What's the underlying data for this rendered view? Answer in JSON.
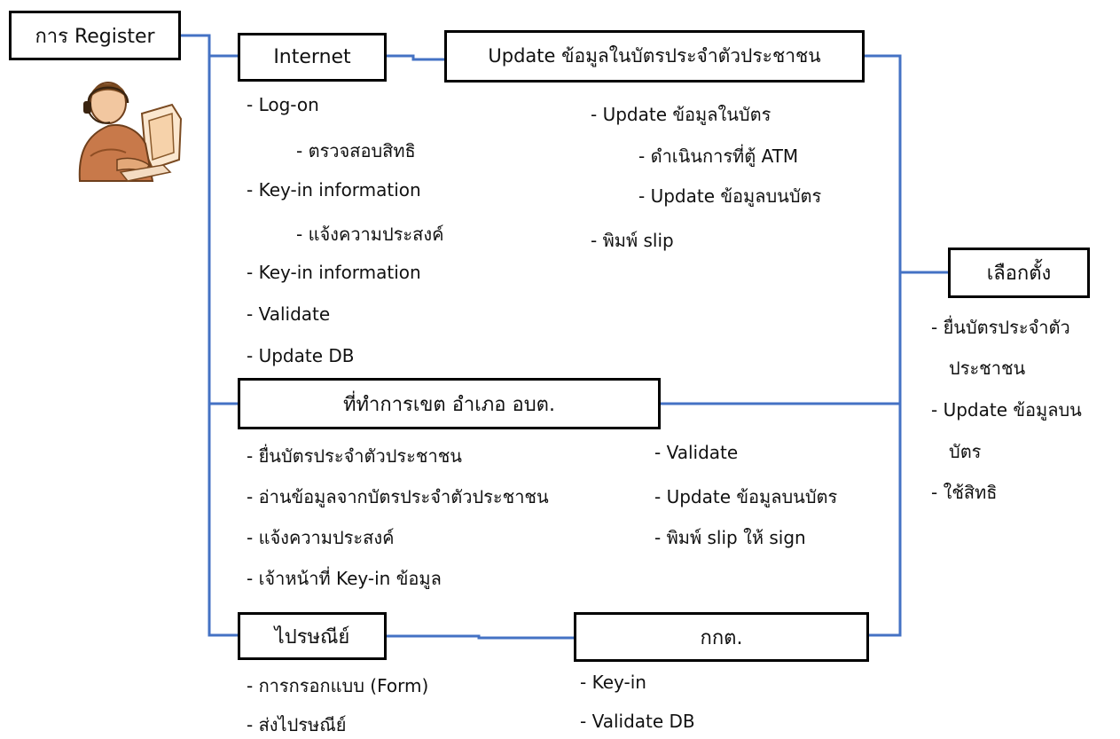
{
  "colors": {
    "connector": "#4472C4",
    "box_border": "#000000",
    "background": "#ffffff"
  },
  "boxes": {
    "register": "การ Register",
    "internet": "Internet",
    "update_card": "Update ข้อมูลในบัตรประจำตัวประชาชน",
    "office": "ที่ทำการเขต อำเภอ อบต.",
    "election": "เลือกตั้ง",
    "post": "ไปรษณีย์",
    "ect": "กกต."
  },
  "internet_items": [
    "- Log-on",
    "-  ตรวจสอบสิทธิ",
    "- Key-in information",
    "-  แจ้งความประสงค์",
    "- Key-in information",
    "- Validate",
    "- Update DB"
  ],
  "update_card_items": [
    "- Update ข้อมูลในบัตร",
    "-  ดำเนินการที่ตู้ ATM",
    "- Update ข้อมูลบนบัตร",
    "- พิมพ์ slip"
  ],
  "election_items": [
    "- ยื่นบัตรประจำตัว",
    "ประชาชน",
    "- Update ข้อมูลบน",
    "บัตร",
    "- ใช้สิทธิ"
  ],
  "office_items_left": [
    "- ยื่นบัตรประจำตัวประชาชน",
    "- อ่านข้อมูลจากบัตรประจำตัวประชาชน",
    "- แจ้งความประสงค์",
    "- เจ้าหน้าที่ Key-in ข้อมูล"
  ],
  "office_items_right": [
    "- Validate",
    "- Update ข้อมูลบนบัตร",
    "- พิมพ์ slip ให้ sign"
  ],
  "post_items": [
    "- การกรอกแบบ (Form)",
    "- ส่งไปรษณีย์"
  ],
  "ect_items": [
    "- Key-in",
    "- Validate DB"
  ],
  "icons": {
    "person": "person-at-computer-icon"
  }
}
